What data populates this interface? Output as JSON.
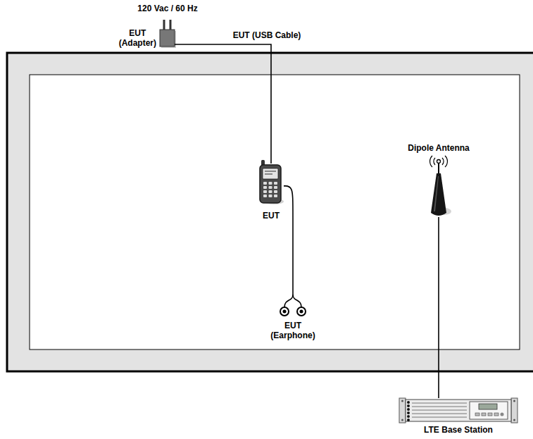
{
  "diagram": {
    "nodes": [
      {
        "text": [
          "EUT (Adapter)"
        ]
      },
      {
        "text": [
          "EUT"
        ]
      },
      {
        "text": [
          "EUT (Earphone)"
        ]
      },
      {
        "text": [
          "Dipole Antenna"
        ]
      },
      {
        "text": [
          "LTE Base Station"
        ]
      }
    ],
    "edges": [
      {
        "from": 0,
        "to": 1,
        "arrow": "none",
        "label": "EUT (USB Cable)"
      },
      {
        "from": 1,
        "to": 2,
        "arrow": "none"
      },
      {
        "from": 3,
        "to": 4,
        "arrow": "none"
      }
    ],
    "labels": [
      "120 Vac / 60 Hz"
    ]
  }
}
